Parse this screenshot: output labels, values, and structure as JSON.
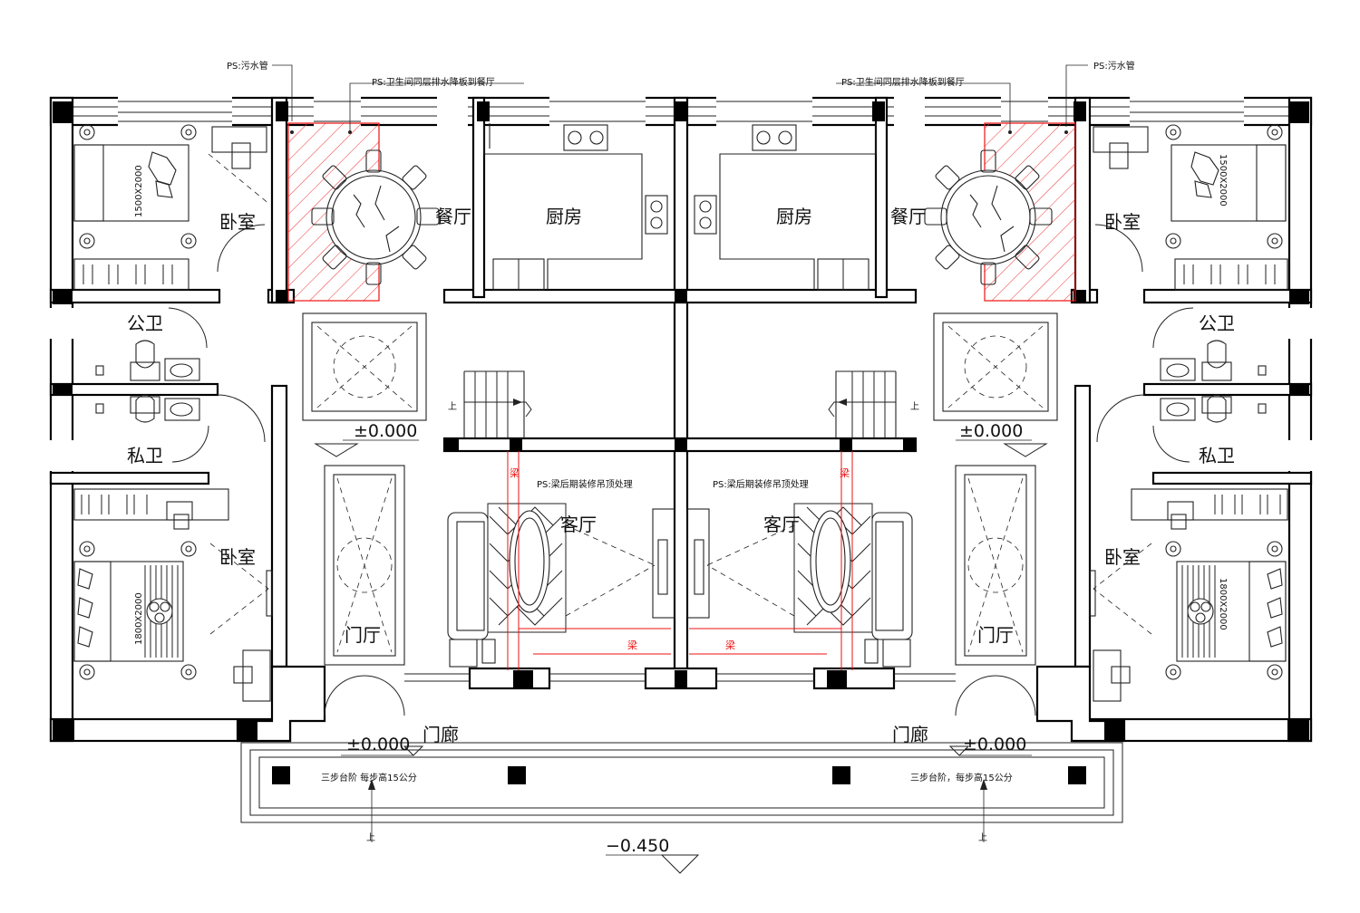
{
  "rooms": {
    "bedroom": "卧室",
    "dining": "餐厅",
    "kitchen": "厨房",
    "public_bath": "公卫",
    "private_bath": "私卫",
    "living": "客厅",
    "foyer": "门厅",
    "porch": "门廊"
  },
  "bed_sizes": {
    "small": "1500X2000",
    "large": "1800X2000"
  },
  "notes": {
    "sewage_pipe": "PS:污水管",
    "bath_drain": "PS:卫生间同层排水降板到餐厅",
    "beam_ceiling": "PS:梁后期装修吊顶处理",
    "beam": "梁",
    "steps_left": "三步台阶  每步高15公分",
    "steps_right": "三步台阶，每步高15公分",
    "up": "上"
  },
  "elevations": {
    "floor": "±0.000",
    "ground": "−0.450"
  },
  "colors": {
    "wall": "#000000",
    "annotation_red": "#ee1111",
    "background": "#ffffff"
  }
}
